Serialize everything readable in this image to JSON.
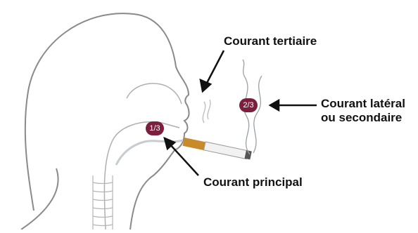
{
  "labels": {
    "tertiary": "Courant tertiaire",
    "lateral_line1": "Courant latéral",
    "lateral_line2": "ou secondaire",
    "principal": "Courant principal"
  },
  "badges": {
    "principal": "1/3",
    "lateral": "2/3"
  },
  "colors": {
    "badge": "#7a1f3d",
    "outline": "#8a8a8a",
    "smoke": "#9aa0a6",
    "cigarette_filter": "#c98a2b",
    "arrow": "#111111"
  }
}
